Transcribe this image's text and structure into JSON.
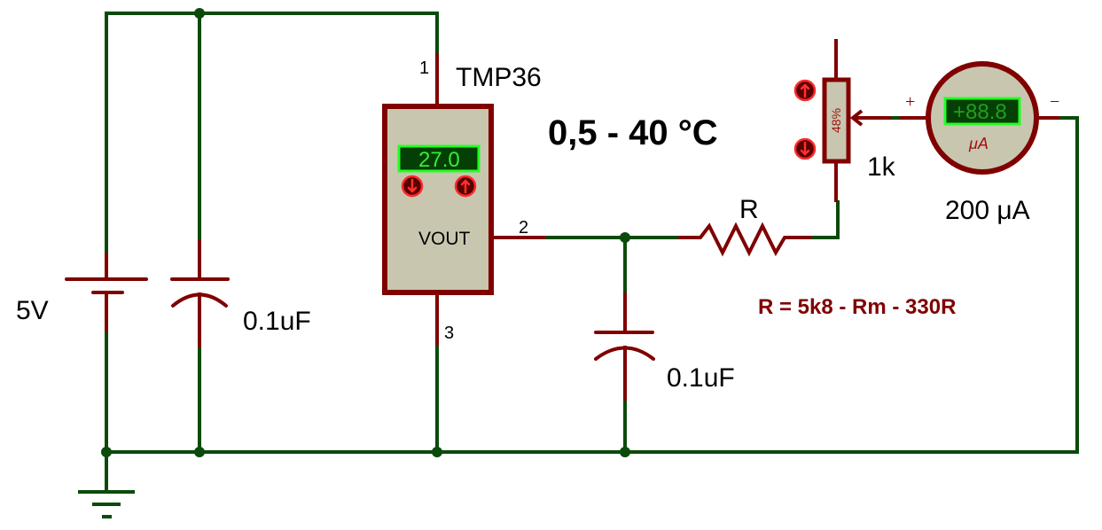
{
  "diagram": {
    "type": "circuit-schematic",
    "title": "0,5 - 40 °C",
    "colors": {
      "wire": "#0b4a0b",
      "component": "#800000",
      "component_fill": "#c9c6b0",
      "lcd_bg": "#063f06",
      "lcd_text": "#33ee33",
      "button_fill": "#5a0000",
      "button_ring": "#ff2a2a"
    },
    "battery": {
      "label": "5V"
    },
    "capacitor_supply": {
      "label": "0.1uF"
    },
    "capacitor_output": {
      "label": "0.1uF"
    },
    "sensor": {
      "name": "TMP36",
      "pin1": "1",
      "pin2": "2",
      "pin3": "3",
      "pin_label": "VOUT",
      "display": "27.0",
      "buttons": [
        "decrease",
        "increase"
      ]
    },
    "resistor": {
      "label": "R"
    },
    "formula": "R = 5k8 - Rm - 330R",
    "potentiometer": {
      "label": "1k",
      "wiper_percent": "48%",
      "buttons": [
        "increase",
        "decrease"
      ]
    },
    "ammeter": {
      "display": "+88.8",
      "unit": "μA",
      "range_label": "200 μA",
      "plus": "+",
      "minus": "−"
    }
  }
}
